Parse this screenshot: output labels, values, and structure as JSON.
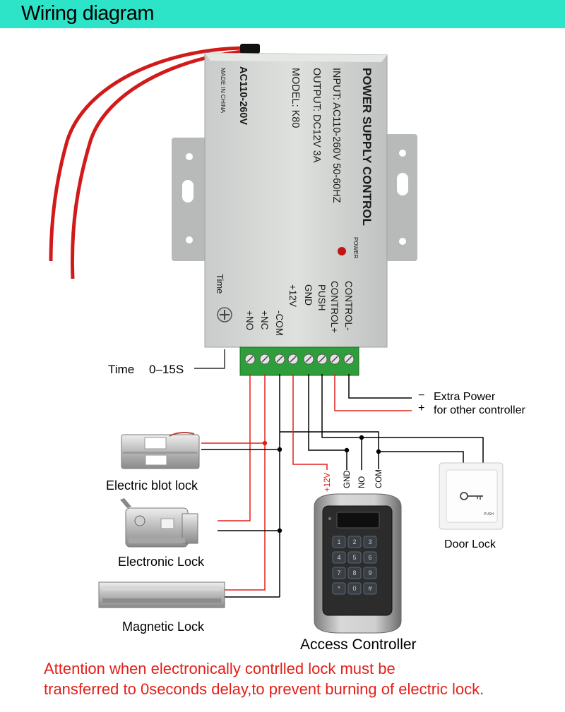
{
  "header": {
    "title": "Wiring diagram"
  },
  "power_supply": {
    "title": "POWER SUPPLY CONTROL",
    "input": "INPUT: AC110-260V 50-60HZ",
    "output": "OUTPUT: DC12V 3A",
    "model": "MODEL: K80",
    "voltage": "AC110-260V",
    "made_in": "MADE IN CHINA",
    "power_led_label": "POWER",
    "time_label": "Time",
    "terminals": [
      "+NO",
      "+NC",
      "-COM",
      "+12V",
      "GND",
      "PUSH",
      "CONTROL+",
      "CONTROL-"
    ]
  },
  "time_delay": {
    "label": "Time",
    "range": "0–15S"
  },
  "extra_power": {
    "minus_sign": "−",
    "plus_sign": "+",
    "line1": "Extra Power",
    "line2": "for other controller"
  },
  "devices": {
    "bolt_lock": "Electric blot lock",
    "electronic_lock": "Electronic Lock",
    "magnetic_lock": "Magnetic Lock",
    "door_lock": "Door Lock",
    "door_button_text": "PUSH",
    "access_controller": "Access Controller"
  },
  "controller_terminals": [
    "+12V",
    "GND",
    "NO",
    "COM"
  ],
  "keypad_keys": [
    "1",
    "2",
    "3",
    "4",
    "5",
    "6",
    "7",
    "8",
    "9",
    "*",
    "0",
    "#"
  ],
  "attention": {
    "line1": "Attention when electronically contrlled lock must be",
    "line2": "transferred to 0seconds delay,to prevent burning of electric lock."
  },
  "colors": {
    "header": "#2de3c8",
    "wire_red": "#e2201a",
    "wire_black": "#000000",
    "attention": "#e2201a"
  }
}
